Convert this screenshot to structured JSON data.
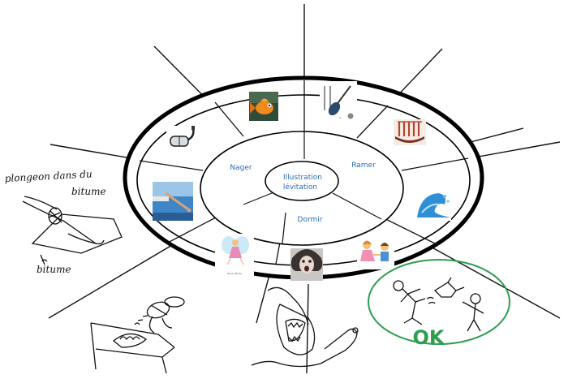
{
  "center_label_line1": "Illustration",
  "center_label_line2": "lévitation",
  "sections": {
    "nager": "Nager",
    "ramer": "Ramer",
    "dormir": "Dormir"
  },
  "handwriting": {
    "plongeoir_line1": "plongeon dans du",
    "plongeoir_line2": "bitume",
    "bitume": "bitume"
  },
  "ok_label": "OK",
  "image_caption": "Decor Mode",
  "colors": {
    "ring": "#000000",
    "label": "#2b6cb0",
    "ok": "#2e9e4f"
  },
  "icons": [
    "goldfish-image",
    "paddle-image",
    "rowing-boat-image",
    "snorkel-mask-image",
    "wave-image",
    "diver-image",
    "fairy-image",
    "scared-face-image",
    "children-image"
  ]
}
